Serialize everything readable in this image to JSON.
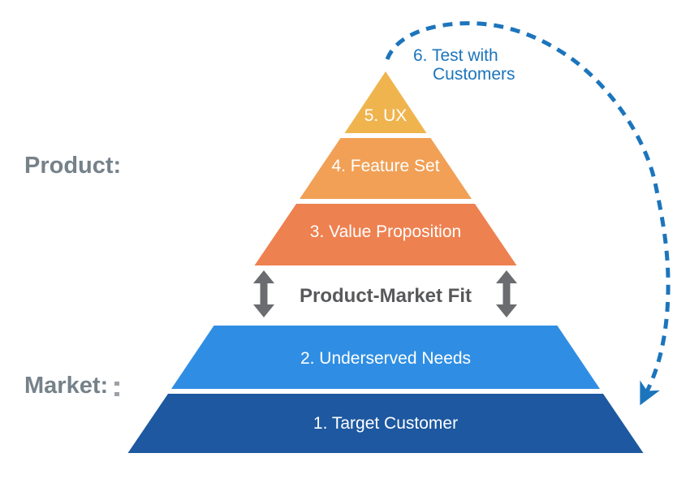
{
  "side_labels": {
    "product": "Product:",
    "market": "Market:",
    "color": "#76828A"
  },
  "pyramid": {
    "label_text_color": "#FFFFFF",
    "layers": [
      {
        "label": "1. Target Customer",
        "color": "#1D58A0"
      },
      {
        "label": "2. Underserved Needs",
        "color": "#2F8EE3"
      },
      {
        "label": "3. Value Proposition",
        "color": "#EE8150"
      },
      {
        "label": "4. Feature Set",
        "color": "#F1A056"
      },
      {
        "label": "5. UX",
        "color": "#F0B44E"
      }
    ]
  },
  "pmf": {
    "label": "Product-Market Fit",
    "text_color": "#58595B",
    "arrow_color": "#6B6C6F"
  },
  "test_loop": {
    "line1": "6. Test with",
    "line2": "Customers",
    "color": "#1C75BC"
  }
}
